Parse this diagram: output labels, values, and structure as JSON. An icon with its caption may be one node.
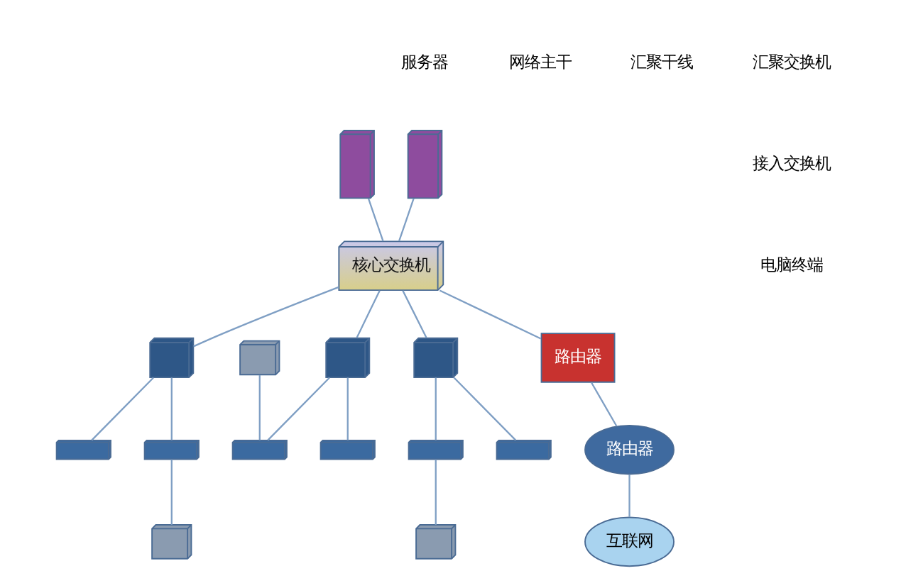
{
  "diagram": {
    "nodes": [
      {
        "text": [],
        "shape": "picture"
      },
      {
        "text": [],
        "shape": "picture"
      },
      {
        "text": [
          "核心交换机"
        ]
      },
      {
        "text": [
          "路由器"
        ]
      },
      {
        "text": [
          "互联网"
        ]
      },
      {
        "text": [
          "路由器"
        ]
      },
      {
        "text": [],
        "shape": "picture"
      },
      {
        "text": [],
        "shape": "picture"
      },
      {
        "text": [],
        "shape": "picture"
      },
      {
        "text": [],
        "shape": "picture"
      },
      {
        "text": [],
        "shape": "picture"
      },
      {
        "text": [],
        "shape": "picture"
      },
      {
        "text": [],
        "shape": "picture"
      },
      {
        "text": [],
        "shape": "picture"
      },
      {
        "text": [],
        "shape": "picture"
      },
      {
        "text": [],
        "shape": "picture"
      },
      {
        "text": [],
        "shape": "picture"
      },
      {
        "text": [],
        "shape": "picture"
      }
    ],
    "edges": [
      {
        "from": 0,
        "to": 2,
        "arrow": "none"
      },
      {
        "from": 1,
        "to": 2,
        "arrow": "none"
      },
      {
        "from": 2,
        "to": 3,
        "arrow": "none"
      },
      {
        "from": 3,
        "to": 5,
        "arrow": "none"
      },
      {
        "from": 5,
        "to": 4,
        "arrow": "none"
      },
      {
        "from": 2,
        "to": 6,
        "arrow": "none"
      },
      {
        "from": 2,
        "to": 7,
        "arrow": "none"
      },
      {
        "from": 2,
        "to": 8,
        "arrow": "none"
      },
      {
        "from": 6,
        "to": 9,
        "arrow": "none"
      },
      {
        "from": 6,
        "to": 10,
        "arrow": "none"
      },
      {
        "from": 9,
        "to": 11,
        "arrow": "none"
      },
      {
        "from": 7,
        "to": 12,
        "arrow": "none"
      },
      {
        "from": 7,
        "to": 13,
        "arrow": "none"
      },
      {
        "from": 12,
        "to": 14,
        "arrow": "none"
      },
      {
        "from": 8,
        "to": 15,
        "arrow": "none"
      },
      {
        "from": 8,
        "to": 16,
        "arrow": "none"
      },
      {
        "from": 17,
        "to": 16,
        "arrow": "none"
      }
    ],
    "labels": [
      "服务器",
      "网络主干",
      "汇聚干线"
    ],
    "legend": [
      {
        "text": "汇聚交换机"
      },
      {
        "text": "接入交换机"
      },
      {
        "text": "电脑终端"
      }
    ]
  }
}
